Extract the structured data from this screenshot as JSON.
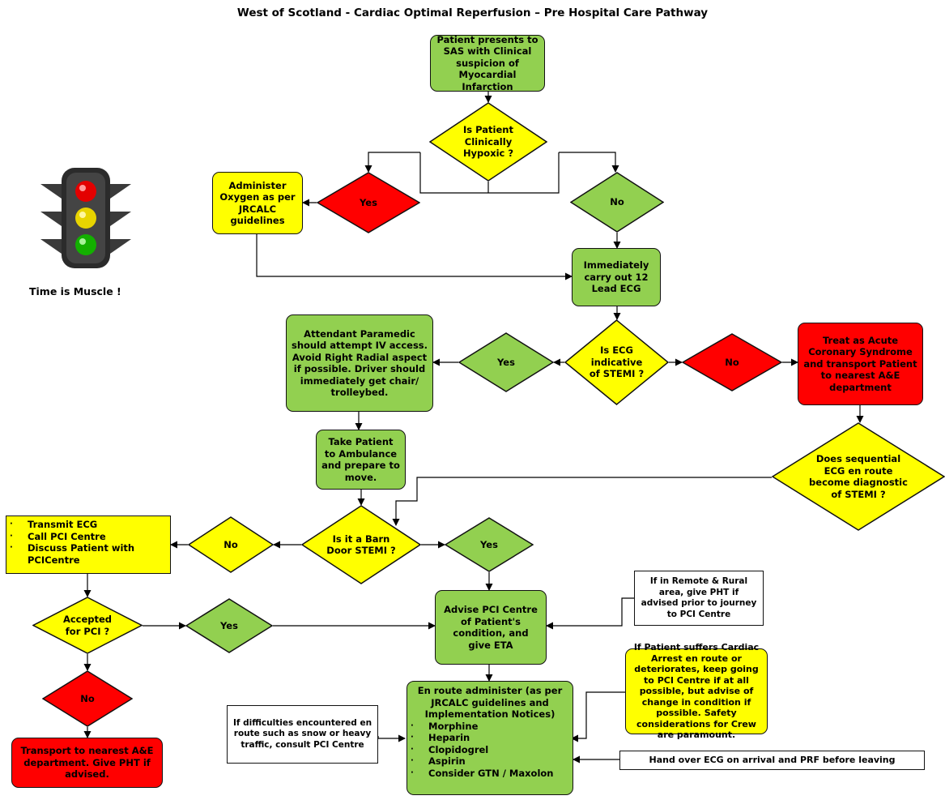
{
  "title": "West of Scotland - Cardiac Optimal Reperfusion – Pre Hospital Care Pathway",
  "slogan": "Time is Muscle !",
  "nodes": {
    "patient_presents": "Patient presents to SAS with Clinical suspicion of Myocardial Infarction",
    "hypoxic_q": "Is Patient Clinically Hypoxic ?",
    "yes_1": "Yes",
    "no_1": "No",
    "oxygen": "Administer Oxygen as per JRCALC guidelines",
    "ecg_12": "Immediately carry out 12 Lead ECG",
    "stemi_q": "Is ECG indicative of STEMI ?",
    "yes_2": "Yes",
    "no_2": "No",
    "iv_access": "Attendant Paramedic should attempt IV access. Avoid Right Radial aspect if possible. Driver should immediately get chair/ trolleybed.",
    "acs": "Treat as Acute Coronary Syndrome and transport Patient to nearest A&E department",
    "ambulance": "Take Patient to Ambulance and prepare to move.",
    "sequential_q": "Does sequential ECG en route become diagnostic of STEMI ?",
    "barn_q": "Is it a Barn Door STEMI ?",
    "no_3": "No",
    "yes_3": "Yes",
    "pci_list": [
      "Transmit ECG",
      "Call PCI Centre",
      "Discuss Patient with PCICentre"
    ],
    "accepted_q": "Accepted for PCI ?",
    "yes_4": "Yes",
    "no_4": "No",
    "advise_pci": "Advise PCI Centre of Patient's condition, and give ETA",
    "remote_note": "If in Remote & Rural area, give PHT if advised prior to journey to PCI Centre",
    "transport_ae": "Transport to nearest A&E department. Give PHT if advised.",
    "en_route_header": "En route administer (as per JRCALC guidelines and Implementation Notices)",
    "en_route_drugs": [
      "Morphine",
      "Heparin",
      "Clopidogrel",
      "Aspirin",
      "Consider GTN / Maxolon"
    ],
    "arrest_note": "If Patient suffers Cardiac Arrest en route or deteriorates, keep going to PCI Centre if at all possible, but advise of change in condition if possible. Safety considerations for Crew are paramount.",
    "difficulties_note": "If difficulties encountered en route such as snow or heavy traffic, consult PCI Centre",
    "handover_note": "Hand over ECG on arrival and PRF before leaving"
  },
  "colors": {
    "green": "#92d050",
    "yellow": "#ffff00",
    "red": "#ff0000",
    "traffic_light_body": "#2b2b2b"
  },
  "icons": [
    "traffic-light-icon"
  ]
}
